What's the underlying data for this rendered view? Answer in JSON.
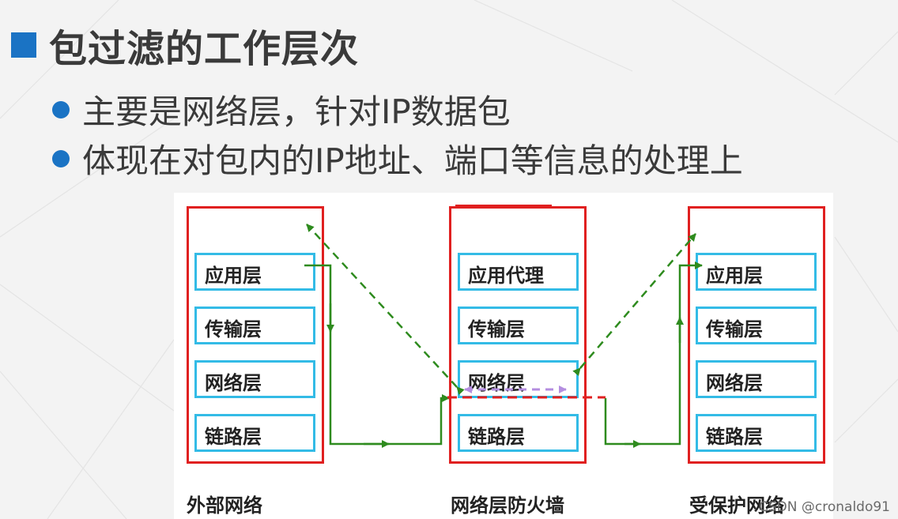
{
  "title": "包过滤的工作层次",
  "bullets": [
    "主要是网络层，针对IP数据包",
    "体现在对包内的IP地址、端口等信息的处理上"
  ],
  "stacks": [
    {
      "caption": "外部网络",
      "layers": [
        "应用层",
        "传输层",
        "网络层",
        "链路层"
      ]
    },
    {
      "caption": "网络层防火墙",
      "layers": [
        "应用代理",
        "传输层",
        "网络层",
        "链路层"
      ]
    },
    {
      "caption": "受保护网络",
      "layers": [
        "应用层",
        "传输层",
        "网络层",
        "链路层"
      ]
    }
  ],
  "watermark": "CSDN @cronaldo91",
  "colors": {
    "accent_blue": "#1a73c4",
    "stack_border": "#e02020",
    "layer_border": "#33bbe6",
    "green_path": "#2e8b1e",
    "purple_dashed": "#b48ee0",
    "red_dashed": "#e02020"
  }
}
